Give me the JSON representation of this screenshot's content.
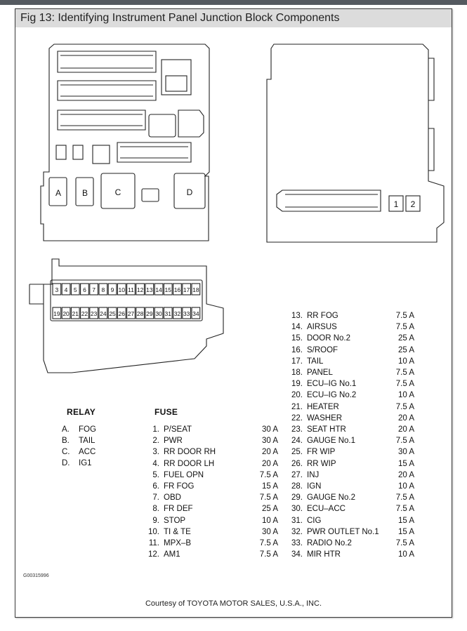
{
  "figure": {
    "title": "Fig 13: Identifying Instrument Panel Junction Block Components"
  },
  "front_view": {
    "relay_labels": [
      "A",
      "B",
      "C",
      "D"
    ]
  },
  "rear_view": {
    "connector_labels": [
      "1",
      "2"
    ]
  },
  "fuse_panel": {
    "top_row": [
      "3",
      "4",
      "5",
      "6",
      "7",
      "8",
      "9",
      "10",
      "11",
      "12",
      "13",
      "14",
      "15",
      "16",
      "17",
      "18"
    ],
    "bottom_row": [
      "19",
      "20",
      "21",
      "22",
      "23",
      "24",
      "25",
      "26",
      "27",
      "28",
      "29",
      "30",
      "31",
      "32",
      "33",
      "34"
    ]
  },
  "relay": {
    "heading": "RELAY",
    "items": [
      {
        "key": "A.",
        "name": "FOG"
      },
      {
        "key": "B.",
        "name": "TAIL"
      },
      {
        "key": "C.",
        "name": "ACC"
      },
      {
        "key": "D.",
        "name": "IG1"
      }
    ]
  },
  "fuse": {
    "heading": "FUSE",
    "items": [
      {
        "num": "1.",
        "name": "P/SEAT",
        "amp": "30 A"
      },
      {
        "num": "2.",
        "name": "PWR",
        "amp": "30 A"
      },
      {
        "num": "3.",
        "name": "RR DOOR RH",
        "amp": "20 A"
      },
      {
        "num": "4.",
        "name": "RR DOOR LH",
        "amp": "20 A"
      },
      {
        "num": "5.",
        "name": "FUEL OPN",
        "amp": "7.5 A"
      },
      {
        "num": "6.",
        "name": "FR FOG",
        "amp": "15 A"
      },
      {
        "num": "7.",
        "name": "OBD",
        "amp": "7.5 A"
      },
      {
        "num": "8.",
        "name": "FR DEF",
        "amp": "25 A"
      },
      {
        "num": "9.",
        "name": "STOP",
        "amp": "10 A"
      },
      {
        "num": "10.",
        "name": "TI & TE",
        "amp": "30 A"
      },
      {
        "num": "11.",
        "name": "MPX–B",
        "amp": "7.5 A"
      },
      {
        "num": "12.",
        "name": "AM1",
        "amp": "7.5 A"
      }
    ],
    "items_right": [
      {
        "num": "13.",
        "name": "RR FOG",
        "amp": "7.5 A"
      },
      {
        "num": "14.",
        "name": "AIRSUS",
        "amp": "7.5 A"
      },
      {
        "num": "15.",
        "name": "DOOR No.2",
        "amp": "25 A"
      },
      {
        "num": "16.",
        "name": "S/ROOF",
        "amp": "25 A"
      },
      {
        "num": "17.",
        "name": "TAIL",
        "amp": "10 A"
      },
      {
        "num": "18.",
        "name": "PANEL",
        "amp": "7.5 A"
      },
      {
        "num": "19.",
        "name": "ECU–IG No.1",
        "amp": "7.5 A"
      },
      {
        "num": "20.",
        "name": "ECU–IG No.2",
        "amp": "10 A"
      },
      {
        "num": "21.",
        "name": "HEATER",
        "amp": "7.5 A"
      },
      {
        "num": "22.",
        "name": "WASHER",
        "amp": "20 A"
      },
      {
        "num": "23.",
        "name": "SEAT HTR",
        "amp": "20 A"
      },
      {
        "num": "24.",
        "name": "GAUGE No.1",
        "amp": "7.5 A"
      },
      {
        "num": "25.",
        "name": "FR WIP",
        "amp": "30 A"
      },
      {
        "num": "26.",
        "name": "RR WIP",
        "amp": "15 A"
      },
      {
        "num": "27.",
        "name": "INJ",
        "amp": "20 A"
      },
      {
        "num": "28.",
        "name": "IGN",
        "amp": "10 A"
      },
      {
        "num": "29.",
        "name": "GAUGE No.2",
        "amp": "7.5 A"
      },
      {
        "num": "30.",
        "name": "ECU–ACC",
        "amp": "7.5 A"
      },
      {
        "num": "31.",
        "name": "CIG",
        "amp": "15 A"
      },
      {
        "num": "32.",
        "name": "PWR OUTLET No.1",
        "amp": "15 A"
      },
      {
        "num": "33.",
        "name": "RADIO No.2",
        "amp": "7.5 A"
      },
      {
        "num": "34.",
        "name": "MIR HTR",
        "amp": "10 A"
      }
    ]
  },
  "footer": {
    "image_code": "G00315996",
    "credit": "Courtesy of TOYOTA MOTOR SALES, U.S.A., INC."
  }
}
